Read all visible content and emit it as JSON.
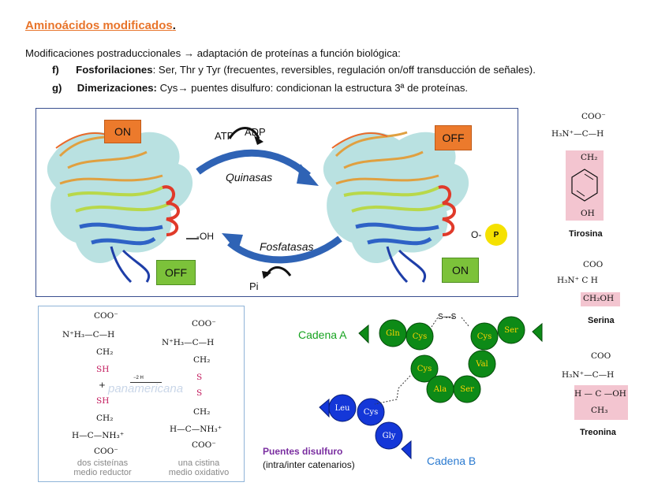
{
  "title": "Aminoácidos modificados",
  "title_dot": ".",
  "intro": "Modificaciones postraduccionales → adaptación de proteínas a función biológica:",
  "items": [
    {
      "marker": "f)",
      "term": "Fosforilaciones",
      "text": ": Ser, Thr y Tyr (frecuentes, reversibles, regulación on/off transducción de señales)."
    },
    {
      "marker": "g)",
      "term": "Dimerizaciones:",
      "text": " Cys→ puentes disulfuro: condicionan la estructura 3ª de proteínas."
    }
  ],
  "phospho": {
    "on_left": "ON",
    "off_right": "OFF",
    "off_left": "OFF",
    "on_right": "ON",
    "atp": "ATP",
    "adp": "ADP",
    "kinases": "Quinasas",
    "phosphatases": "Fosfatasas",
    "pi": "Pi",
    "oh": "-OH",
    "o_dash": "O-",
    "p": "P",
    "colors": {
      "on_box": "#ec7a2c",
      "off_box": "#7cc23a",
      "arrow": "#2f63b5",
      "p_circle": "#f5e100",
      "frame": "#3a4f8f"
    }
  },
  "cystine": {
    "left_label_1": "dos cisteínas",
    "left_label_2": "medio reductor",
    "right_label_1": "una cistina",
    "right_label_2": "medio oxidativo",
    "coo": "COO⁻",
    "nh3_left": "N⁺H₃—C—H",
    "ch2": "CH₂",
    "sh": "SH",
    "plus": "+",
    "nh3_bottom": "H—C—NH₃⁺",
    "s": "S",
    "arrow_label": "−2 H",
    "watermark": "panamericana"
  },
  "chains": {
    "chain_a": "Cadena A",
    "chain_b": "Cadena B",
    "bridges_title": "Puentes disulfuro",
    "bridges_sub": "(intra/inter catenarios)",
    "ss": "S—S",
    "a_residues": [
      "Gln",
      "Cys",
      "Cys",
      "Ser",
      "Cys",
      "Val",
      "Ala",
      "Ser"
    ],
    "b_residues": [
      "Leu",
      "Cys",
      "Gly"
    ],
    "colors": {
      "chain_a": "#17a320",
      "chain_b": "#2a7ad0",
      "bridges": "#7a2ea0"
    }
  },
  "structures": {
    "tyr": {
      "name": "Tirosina",
      "coo": "COO⁻",
      "h3n": "H₃N⁺—C—H",
      "ch2": "CH₂",
      "oh": "OH"
    },
    "ser": {
      "name": "Serina",
      "coo": "COO",
      "h3n": "H₃N⁺ C  H",
      "ch2oh": "CH₂OH"
    },
    "thr": {
      "name": "Treonina",
      "coo": "COO",
      "h3n": "H₃N⁺—C—H",
      "hcoh": "H — C —OH",
      "ch3": "CH₃"
    },
    "highlight": "#f3c5d0"
  }
}
